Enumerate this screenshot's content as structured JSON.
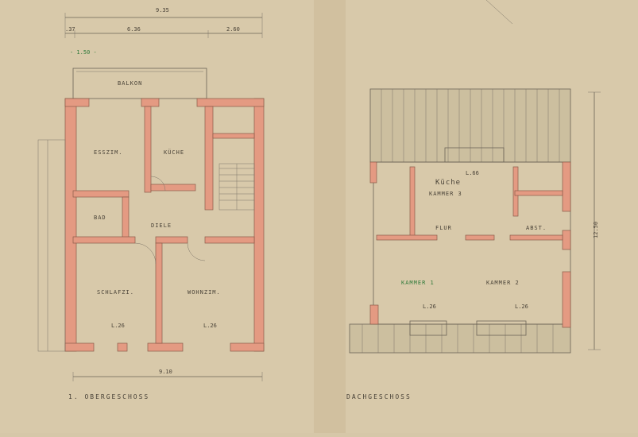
{
  "left_plan": {
    "caption": "1. OBERGESCHOSS",
    "dim_top_total": "9.35",
    "dim_top_left": ".37",
    "dim_top_mid": "6.36",
    "dim_top_right": "2.60",
    "annotation_green": "- 1.50 -",
    "rooms": {
      "balkon": "BALKON",
      "esszim": "ESSZIM.",
      "kuche": "KÜCHE",
      "diele": "DIELE",
      "bad": "BAD",
      "schlafzi": "SCHLAFZI.",
      "wohnzim": "WOHNZIM."
    },
    "room_heights": {
      "schlafzi": "L.26",
      "wohnzim": "L.26"
    },
    "dim_bottom": "9.10"
  },
  "right_plan": {
    "caption": "DACHGESCHOSS",
    "rooms": {
      "kuche": "Küche",
      "kammer3": "KAMMER 3",
      "flur": "FLUR",
      "kammer1": "KAMMER 1",
      "kammer2": "KAMMER 2",
      "abst": "ABST."
    },
    "room_heights": {
      "kammer1": "L.26",
      "kammer2": "L.26",
      "kuche": "L.66"
    },
    "dim_side": "12.50"
  }
}
